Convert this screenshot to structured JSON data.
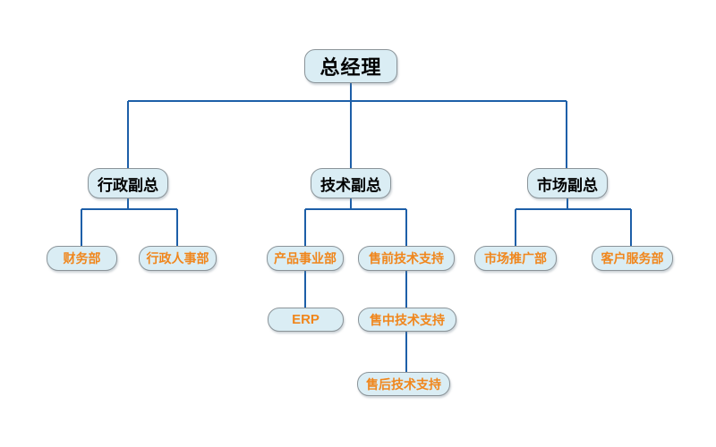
{
  "org": {
    "type": "org-chart",
    "nodes": [
      {
        "id": "ceo",
        "label": "总经理",
        "parent": null,
        "role": "executive"
      },
      {
        "id": "admin-vp",
        "label": "行政副总",
        "parent": "ceo",
        "role": "executive"
      },
      {
        "id": "tech-vp",
        "label": "技术副总",
        "parent": "ceo",
        "role": "executive"
      },
      {
        "id": "market-vp",
        "label": "市场副总",
        "parent": "ceo",
        "role": "executive"
      },
      {
        "id": "finance",
        "label": "财务部",
        "parent": "admin-vp",
        "role": "department"
      },
      {
        "id": "admin-hr",
        "label": "行政人事部",
        "parent": "admin-vp",
        "role": "department"
      },
      {
        "id": "product",
        "label": "产品事业部",
        "parent": "tech-vp",
        "role": "department"
      },
      {
        "id": "presales",
        "label": "售前技术支持",
        "parent": "tech-vp",
        "role": "department"
      },
      {
        "id": "marketing",
        "label": "市场推广部",
        "parent": "market-vp",
        "role": "department"
      },
      {
        "id": "customer",
        "label": "客户服务部",
        "parent": "market-vp",
        "role": "department"
      },
      {
        "id": "erp",
        "label": "ERP",
        "parent": "product",
        "role": "department"
      },
      {
        "id": "midsales",
        "label": "售中技术支持",
        "parent": "presales",
        "role": "department"
      },
      {
        "id": "aftersales",
        "label": "售后技术支持",
        "parent": "midsales",
        "role": "department"
      }
    ]
  },
  "colors": {
    "background": "#ffffff",
    "node_fill": "#daedf4",
    "node_border": "#8b9499",
    "connector": "#1d5fa8",
    "executive_text": "#000000",
    "department_text": "#f0861c"
  }
}
